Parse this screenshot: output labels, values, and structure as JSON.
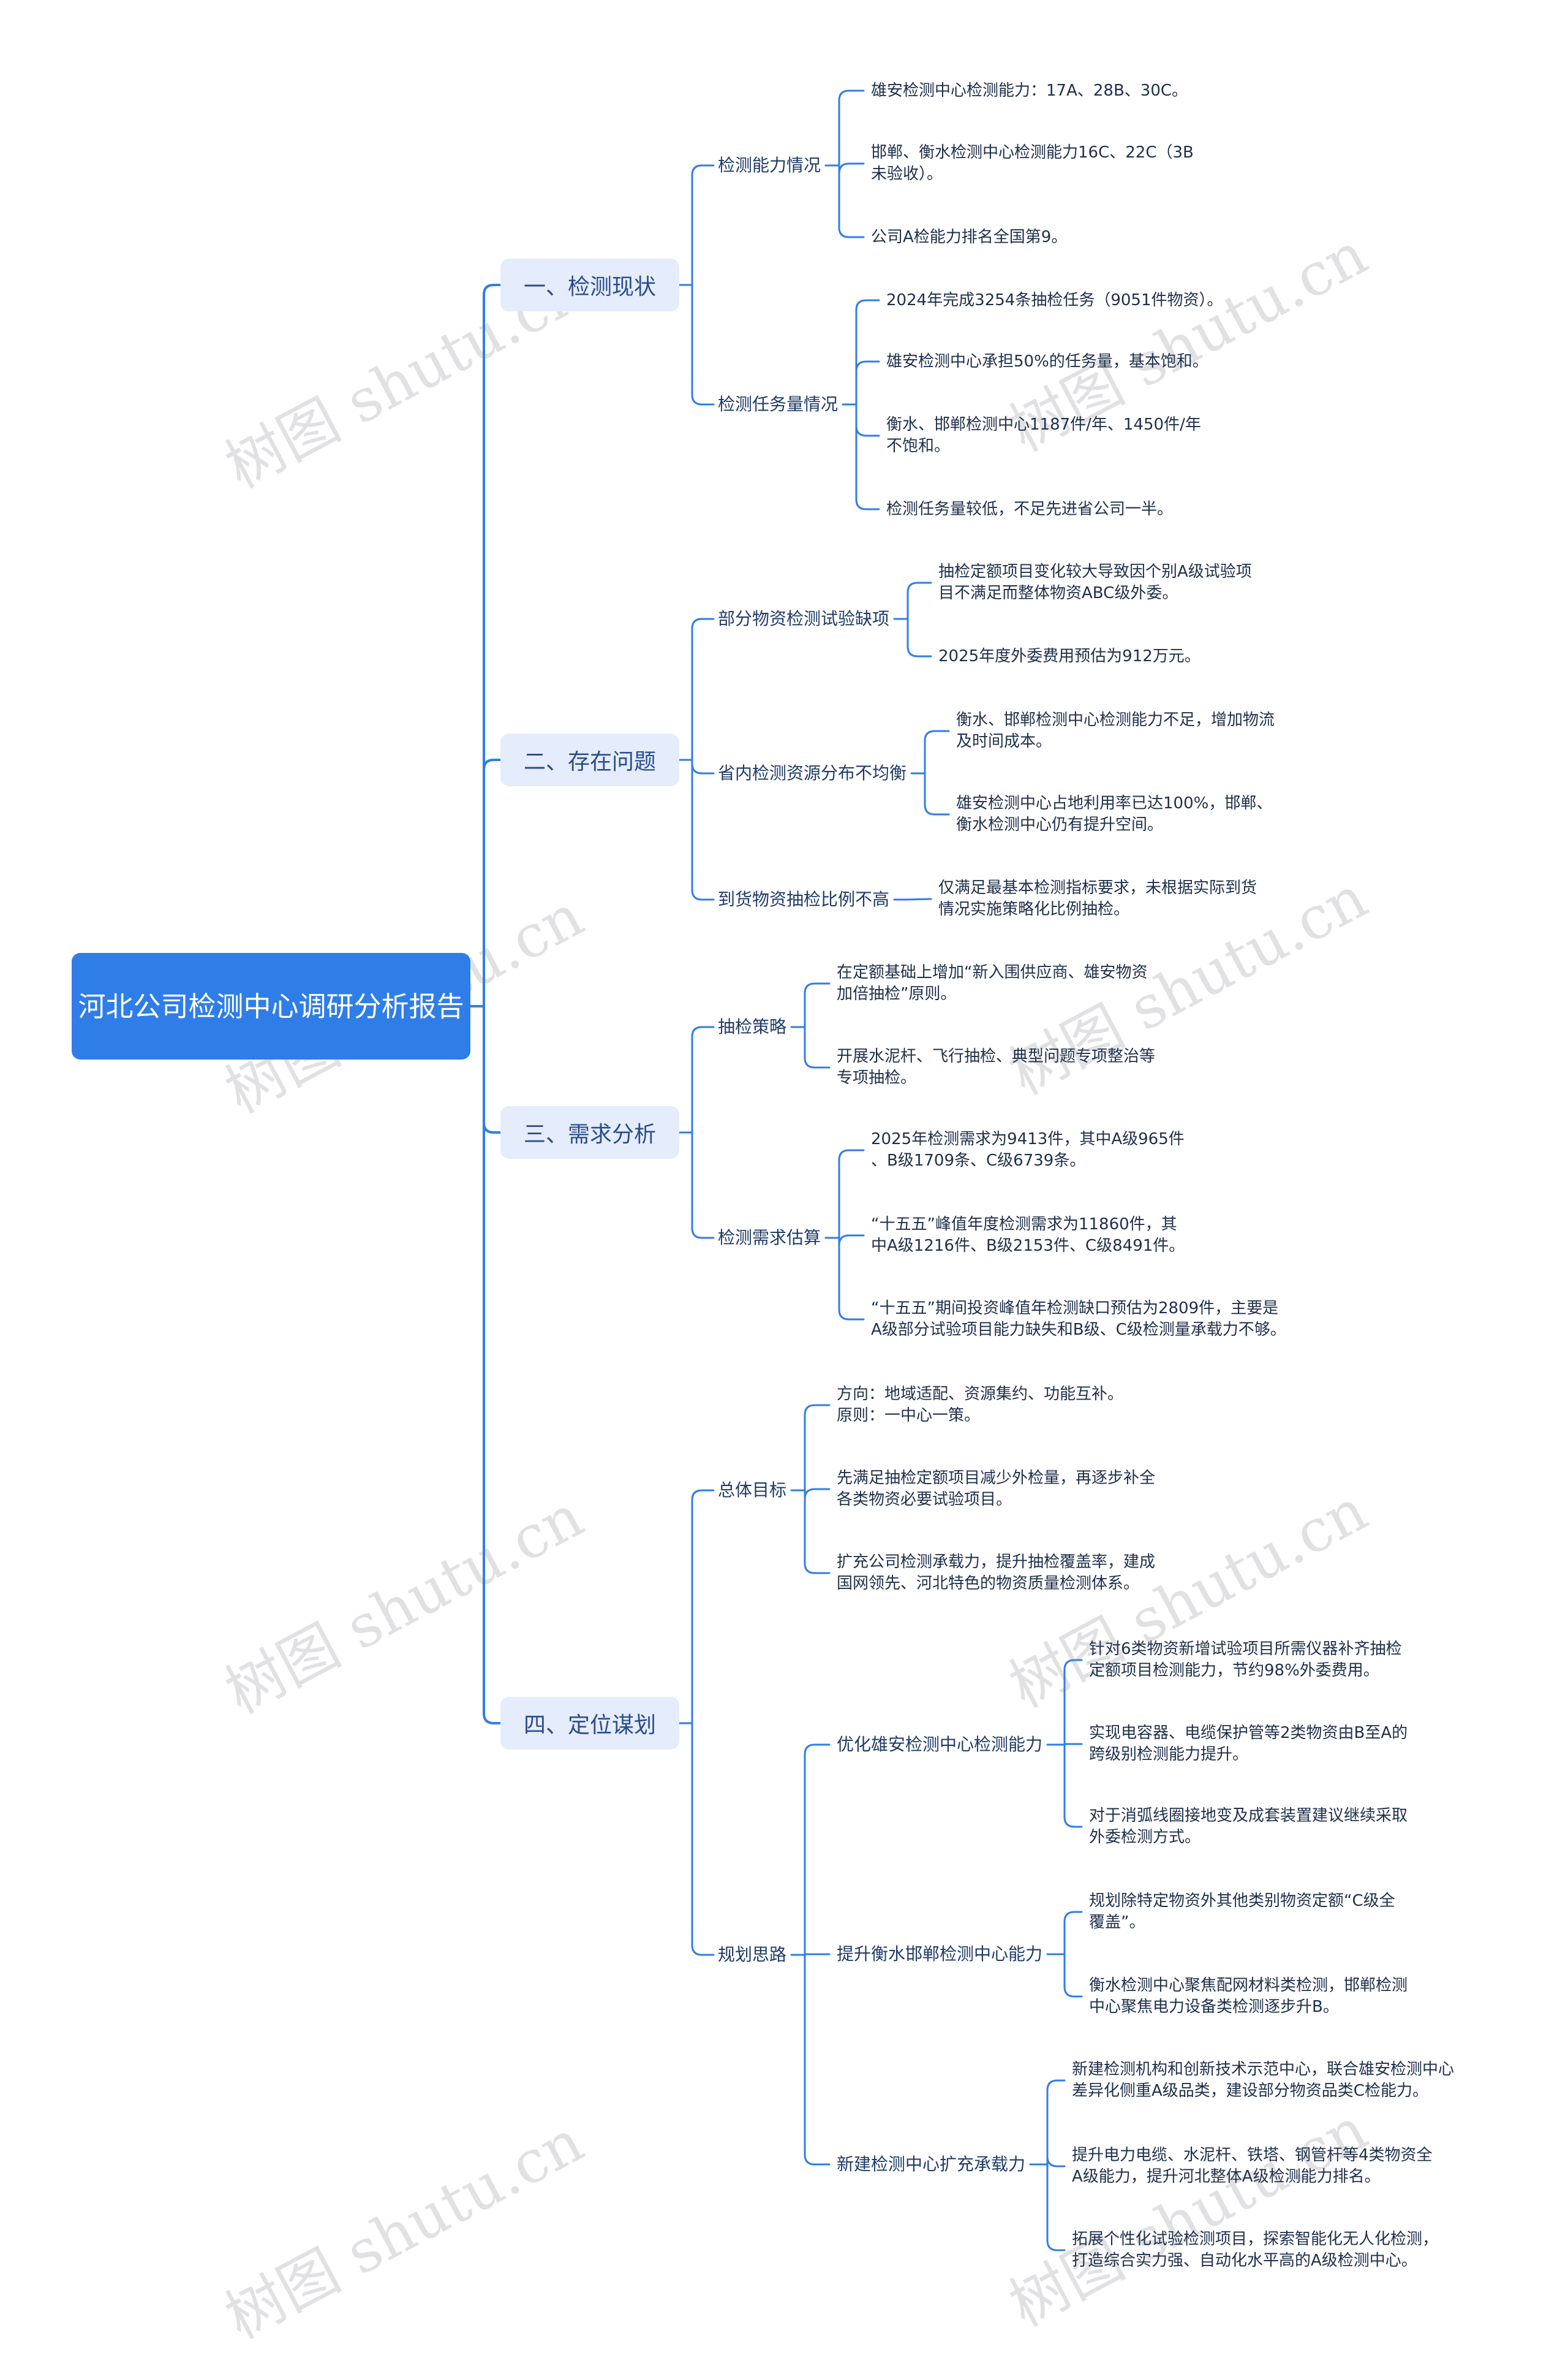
{
  "root": {
    "title": "河北公司检测中心调研分析报告"
  },
  "watermark": "树图 shutu.cn",
  "colors": {
    "line": "#2f7ee8",
    "root_bg": "#2f7ee8",
    "branch_bg": "#e5ecfb",
    "branch_text": "#2a4d8c"
  },
  "branches": [
    {
      "label": "一、检测现状",
      "children": [
        {
          "label": "检测能力情况",
          "items": [
            "雄安检测中心检测能力：17A、28B、30C。",
            "邯郸、衡水检测中心检测能力16C、22C（3B\n未验收）。",
            "公司A检能力排名全国第9。"
          ]
        },
        {
          "label": "检测任务量情况",
          "items": [
            "2024年完成3254条抽检任务（9051件物资）。",
            "雄安检测中心承担50%的任务量，基本饱和。",
            "衡水、邯郸检测中心1187件/年、1450件/年\n不饱和。",
            "检测任务量较低，不足先进省公司一半。"
          ]
        }
      ]
    },
    {
      "label": "二、存在问题",
      "children": [
        {
          "label": "部分物资检测试验缺项",
          "items": [
            "抽检定额项目变化较大导致因个别A级试验项\n目不满足而整体物资ABC级外委。",
            "2025年度外委费用预估为912万元。"
          ]
        },
        {
          "label": "省内检测资源分布不均衡",
          "items": [
            "衡水、邯郸检测中心检测能力不足，增加物流\n及时间成本。",
            "雄安检测中心占地利用率已达100%，邯郸、\n衡水检测中心仍有提升空间。"
          ]
        },
        {
          "label": "到货物资抽检比例不高",
          "items": [
            "仅满足最基本检测指标要求，未根据实际到货\n情况实施策略化比例抽检。"
          ]
        }
      ]
    },
    {
      "label": "三、需求分析",
      "children": [
        {
          "label": "抽检策略",
          "items": [
            "在定额基础上增加“新入围供应商、雄安物资\n加倍抽检”原则。",
            "开展水泥杆、飞行抽检、典型问题专项整治等\n专项抽检。"
          ]
        },
        {
          "label": "检测需求估算",
          "items": [
            "2025年检测需求为9413件，其中A级965件\n、B级1709条、C级6739条。",
            "“十五五”峰值年度检测需求为11860件，其\n中A级1216件、B级2153件、C级8491件。",
            "“十五五”期间投资峰值年检测缺口预估为2809件，主要是\nA级部分试验项目能力缺失和B级、C级检测量承载力不够。"
          ]
        }
      ]
    },
    {
      "label": "四、定位谋划",
      "children": [
        {
          "label": "总体目标",
          "items": [
            "方向：地域适配、资源集约、功能互补。\n原则：一中心一策。",
            "先满足抽检定额项目减少外检量，再逐步补全\n各类物资必要试验项目。",
            "扩充公司检测承载力，提升抽检覆盖率，建成\n国网领先、河北特色的物资质量检测体系。"
          ]
        },
        {
          "label": "规划思路",
          "groups": [
            {
              "label": "优化雄安检测中心检测能力",
              "items": [
                "针对6类物资新增试验项目所需仪器补齐抽检\n定额项目检测能力，节约98%外委费用。",
                "实现电容器、电缆保护管等2类物资由B至A的\n跨级别检测能力提升。",
                "对于消弧线圈接地变及成套装置建议继续采取\n外委检测方式。"
              ]
            },
            {
              "label": "提升衡水邯郸检测中心能力",
              "items": [
                "规划除特定物资外其他类别物资定额“C级全\n覆盖”。",
                "衡水检测中心聚焦配网材料类检测，邯郸检测\n中心聚焦电力设备类检测逐步升B。"
              ]
            },
            {
              "label": "新建检测中心扩充承载力",
              "items": [
                "新建检测机构和创新技术示范中心，联合雄安检测中心\n差异化侧重A级品类，建设部分物资品类C检能力。",
                "提升电力电缆、水泥杆、铁塔、钢管杆等4类物资全\nA级能力，提升河北整体A级检测能力排名。",
                "拓展个性化试验检测项目，探索智能化无人化检测，\n打造综合实力强、自动化水平高的A级检测中心。"
              ]
            }
          ]
        }
      ]
    }
  ]
}
